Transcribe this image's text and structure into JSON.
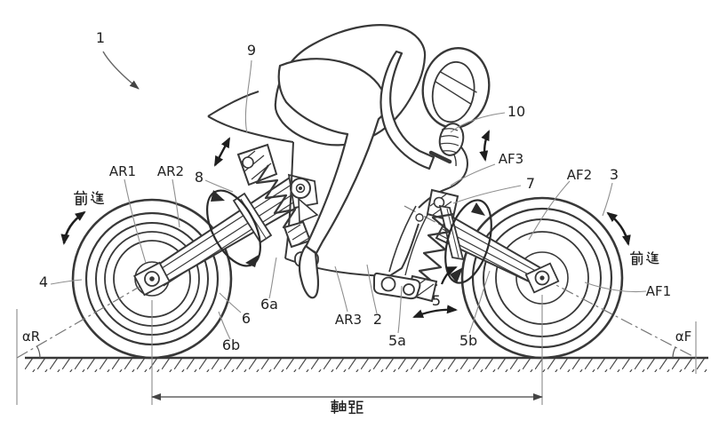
{
  "figure": {
    "kind": "patent-line-drawing",
    "subject": "motorcycle with front and rear swingarm suspensions and crouched rider",
    "background": "#ffffff",
    "line_color": "#383838",
    "labels": {
      "n1": "1",
      "n2": "2",
      "n3": "3",
      "n4": "4",
      "n5": "5",
      "n5a": "5a",
      "n5b": "5b",
      "n6": "6",
      "n6a": "6a",
      "n6b": "6b",
      "n7": "7",
      "n8": "8",
      "n9": "9",
      "n10": "10",
      "ar1": "AR1",
      "ar2": "AR2",
      "ar3": "AR3",
      "af1": "AF1",
      "af2": "AF2",
      "af3": "AF3",
      "alpha_r": "αR",
      "alpha_f": "αF",
      "forward_rear": "前進",
      "forward_front": "前進",
      "wheelbase": "軸距"
    }
  }
}
